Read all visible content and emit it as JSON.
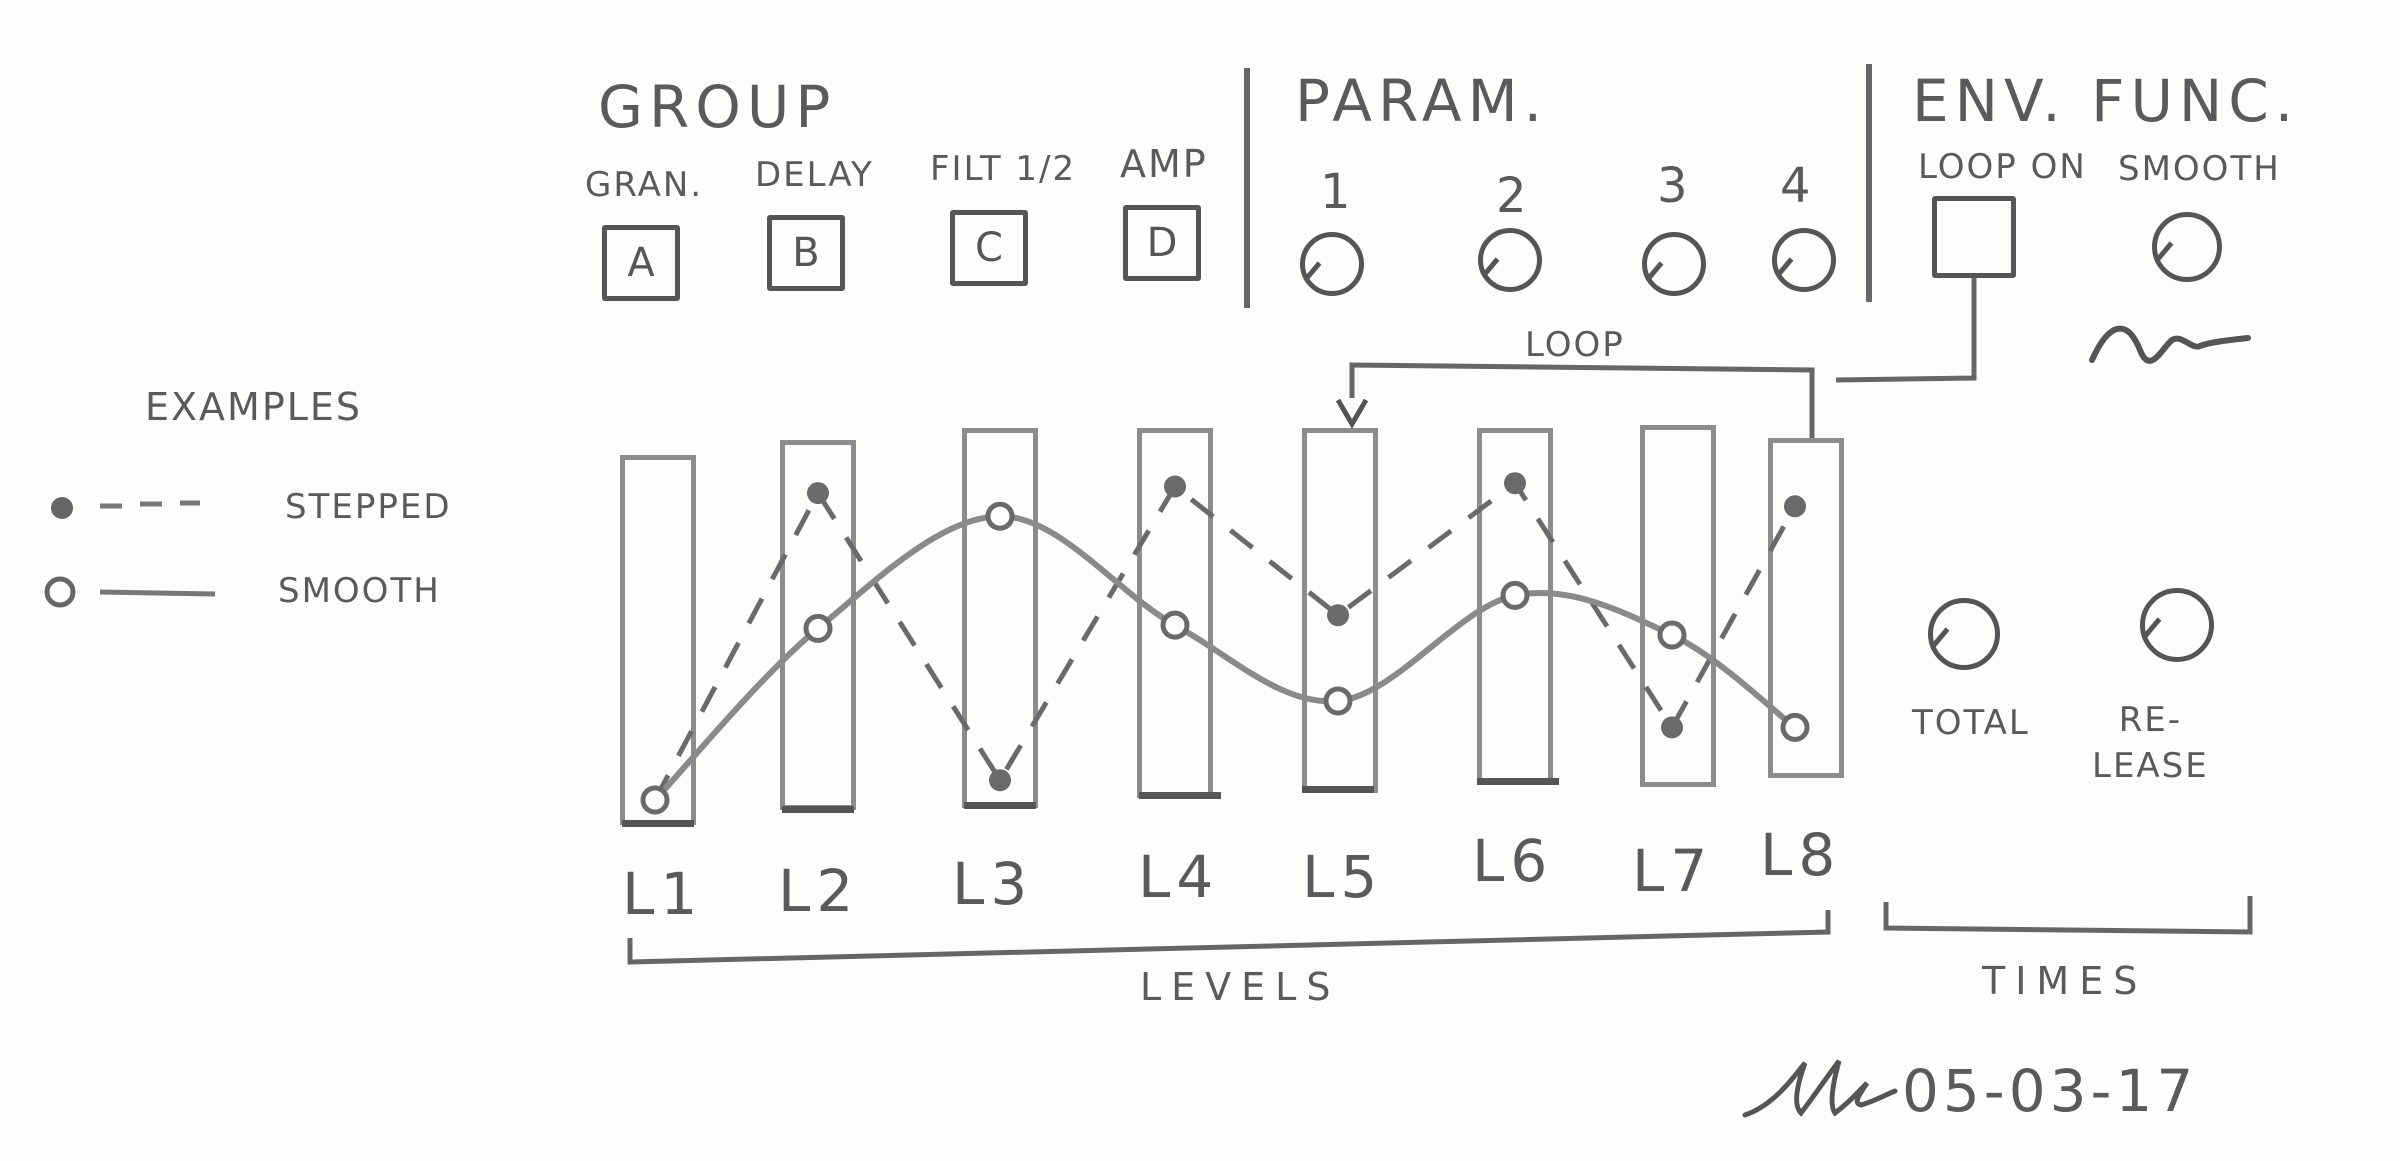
{
  "group": {
    "title": "GROUP",
    "buttons": [
      {
        "label": "GRAN.",
        "key": "A"
      },
      {
        "label": "DELAY",
        "key": "B"
      },
      {
        "label": "FILT 1/2",
        "key": "C"
      },
      {
        "label": "AMP",
        "key": "D"
      }
    ]
  },
  "param": {
    "title": "PARAM.",
    "knobs": [
      "1",
      "2",
      "3",
      "4"
    ]
  },
  "env_func": {
    "title": "ENV. FUNC.",
    "loop_on_label": "LOOP ON",
    "smooth_label": "SMOOTH"
  },
  "loop_label": "LOOP",
  "examples": {
    "title": "EXAMPLES",
    "stepped_label": "STEPPED",
    "smooth_label": "SMOOTH"
  },
  "levels": {
    "slider_labels": [
      "L1",
      "L2",
      "L3",
      "L4",
      "L5",
      "L6",
      "L7",
      "L8"
    ],
    "section_label": "LEVELS",
    "stepped_values": [
      0.0,
      0.93,
      0.06,
      0.95,
      0.56,
      0.96,
      0.22,
      0.89
    ],
    "smooth_values": [
      0.0,
      0.52,
      0.86,
      0.53,
      0.3,
      0.62,
      0.5,
      0.22
    ]
  },
  "times": {
    "total_label": "TOTAL",
    "release_label": "RE-\nLEASE",
    "section_label": "TIMES"
  },
  "date": "05-03-17",
  "colors": {
    "ink": "#555555",
    "light_ink": "#8c8c8c",
    "paper": "#fdfdfc"
  }
}
